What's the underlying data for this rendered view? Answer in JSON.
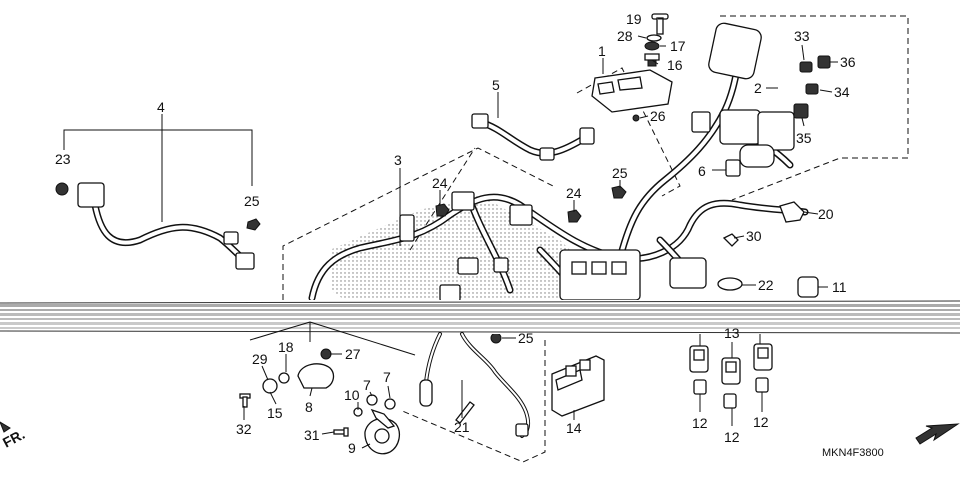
{
  "diagram": {
    "code": "MKN4F3800",
    "direction_label": "FR.",
    "callouts": [
      {
        "id": "c1",
        "text": "1"
      },
      {
        "id": "c2",
        "text": "2"
      },
      {
        "id": "c3",
        "text": "3"
      },
      {
        "id": "c4",
        "text": "4"
      },
      {
        "id": "c5",
        "text": "5"
      },
      {
        "id": "c6",
        "text": "6"
      },
      {
        "id": "c7a",
        "text": "7"
      },
      {
        "id": "c7b",
        "text": "7"
      },
      {
        "id": "c8",
        "text": "8"
      },
      {
        "id": "c9",
        "text": "9"
      },
      {
        "id": "c10",
        "text": "10"
      },
      {
        "id": "c11",
        "text": "11"
      },
      {
        "id": "c12a",
        "text": "12"
      },
      {
        "id": "c12b",
        "text": "12"
      },
      {
        "id": "c12c",
        "text": "12"
      },
      {
        "id": "c13",
        "text": "13"
      },
      {
        "id": "c14",
        "text": "14"
      },
      {
        "id": "c15",
        "text": "15"
      },
      {
        "id": "c16",
        "text": "16"
      },
      {
        "id": "c17",
        "text": "17"
      },
      {
        "id": "c18",
        "text": "18"
      },
      {
        "id": "c19",
        "text": "19"
      },
      {
        "id": "c20",
        "text": "20"
      },
      {
        "id": "c21",
        "text": "21"
      },
      {
        "id": "c22",
        "text": "22"
      },
      {
        "id": "c23",
        "text": "23"
      },
      {
        "id": "c24a",
        "text": "24"
      },
      {
        "id": "c24b",
        "text": "24"
      },
      {
        "id": "c25a",
        "text": "25"
      },
      {
        "id": "c25b",
        "text": "25"
      },
      {
        "id": "c25c",
        "text": "25"
      },
      {
        "id": "c26",
        "text": "26"
      },
      {
        "id": "c27",
        "text": "27"
      },
      {
        "id": "c28",
        "text": "28"
      },
      {
        "id": "c29",
        "text": "29"
      },
      {
        "id": "c30",
        "text": "30"
      },
      {
        "id": "c31",
        "text": "31"
      },
      {
        "id": "c32",
        "text": "32"
      },
      {
        "id": "c33",
        "text": "33"
      },
      {
        "id": "c34",
        "text": "34"
      },
      {
        "id": "c35",
        "text": "35"
      },
      {
        "id": "c36",
        "text": "36"
      }
    ]
  }
}
